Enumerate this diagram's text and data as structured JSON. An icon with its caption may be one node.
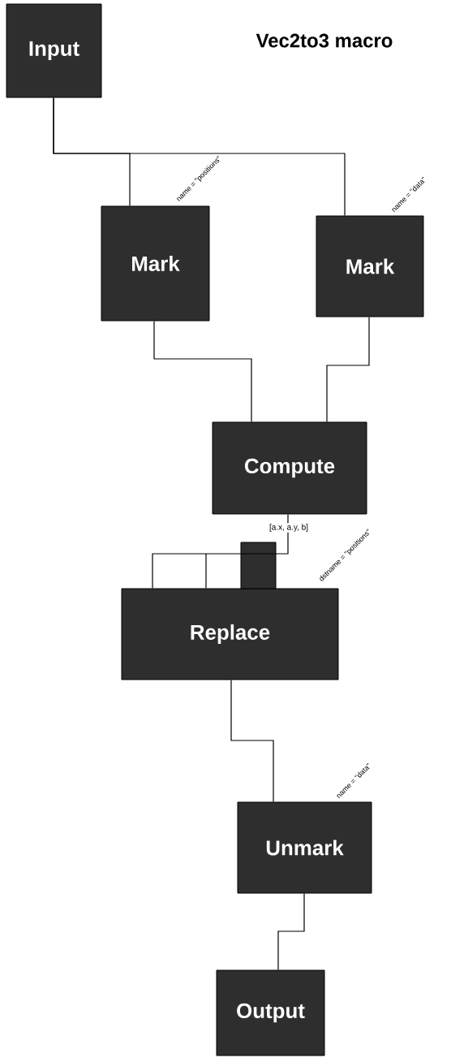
{
  "diagram": {
    "title": "Vec2to3 macro",
    "nodes": [
      {
        "text": [
          "Input"
        ]
      },
      {
        "text": [
          "Mark"
        ],
        "beside": [
          "name = \"positions\""
        ]
      },
      {
        "text": [
          "Mark"
        ],
        "beside": [
          "name = \"data\""
        ]
      },
      {
        "text": [
          "Compute"
        ]
      },
      {
        "text": [
          "Replace"
        ],
        "beside": [
          "dstname = \"positions\""
        ]
      },
      {
        "text": [
          "Unmark"
        ],
        "beside": [
          "name = \"data\""
        ]
      },
      {
        "text": [
          "Output"
        ]
      }
    ],
    "edges": [
      {
        "from": 0,
        "to": 1,
        "arrow": "none"
      },
      {
        "from": 0,
        "to": 2,
        "arrow": "none"
      },
      {
        "from": 1,
        "to": 3,
        "arrow": "none"
      },
      {
        "from": 2,
        "to": 3,
        "arrow": "none"
      },
      {
        "from": 3,
        "to": 4,
        "arrow": "none",
        "label": "[a.x, a.y, b]"
      },
      {
        "from": 4,
        "to": 5,
        "arrow": "none"
      },
      {
        "from": 5,
        "to": 6,
        "arrow": "none"
      }
    ]
  }
}
